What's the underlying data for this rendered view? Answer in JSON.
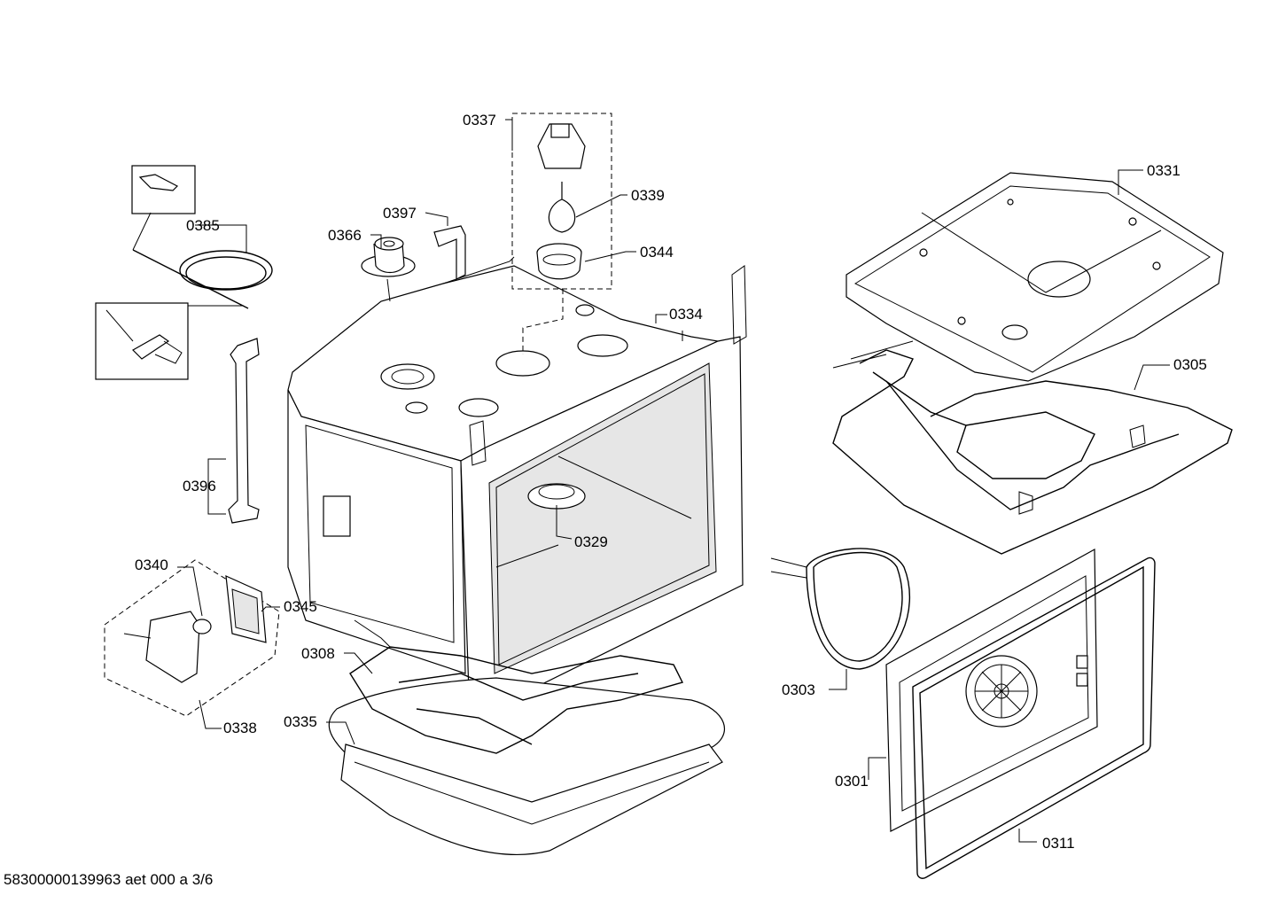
{
  "labels": {
    "p0301": "0301",
    "p0303": "0303",
    "p0305": "0305",
    "p0308": "0308",
    "p0311": "0311",
    "p0329": "0329",
    "p0331": "0331",
    "p0334": "0334",
    "p0335": "0335",
    "p0337": "0337",
    "p0338": "0338",
    "p0339": "0339",
    "p0340": "0340",
    "p0344": "0344",
    "p0345": "0345",
    "p0366": "0366",
    "p0385": "0385",
    "p0396": "0396",
    "p0397": "0397"
  },
  "footer": "58300000139963 aet 000 a 3/6"
}
